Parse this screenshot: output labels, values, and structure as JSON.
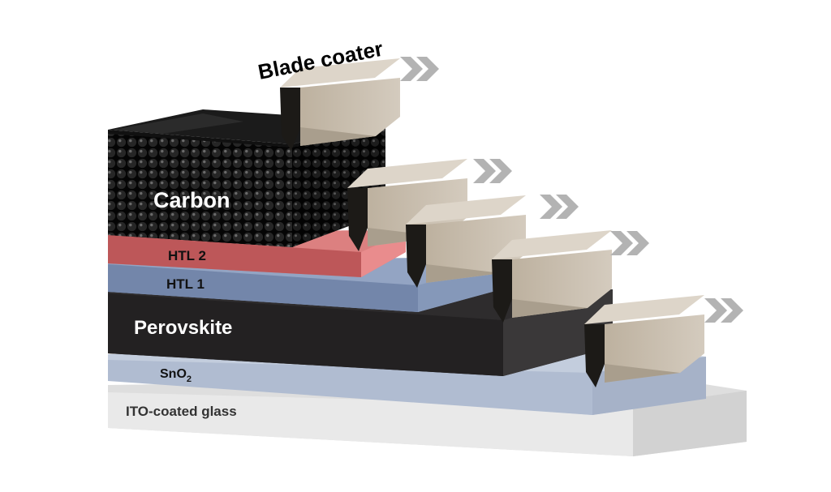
{
  "labels": {
    "title": "Blade coater",
    "carbon": "Carbon",
    "htl2": "HTL 2",
    "htl1": "HTL 1",
    "perovskite": "Perovskite",
    "sno2_base": "SnO",
    "sno2_sub": "2",
    "ito": "ITO-coated glass"
  },
  "colors": {
    "ito": "#e4e4e4",
    "sno2": "#b7c2d6",
    "perovskite": "#262425",
    "htl1": "#8194b6",
    "htl2": "#c96567",
    "carbon": "#0e0e0e",
    "blade": "#c7bcab",
    "blade_tip": "#1c1a17",
    "arrow": "#b3b3b3"
  },
  "icons": {
    "arrow": "double-chevron-right-icon",
    "blade": "blade-coater-icon"
  }
}
